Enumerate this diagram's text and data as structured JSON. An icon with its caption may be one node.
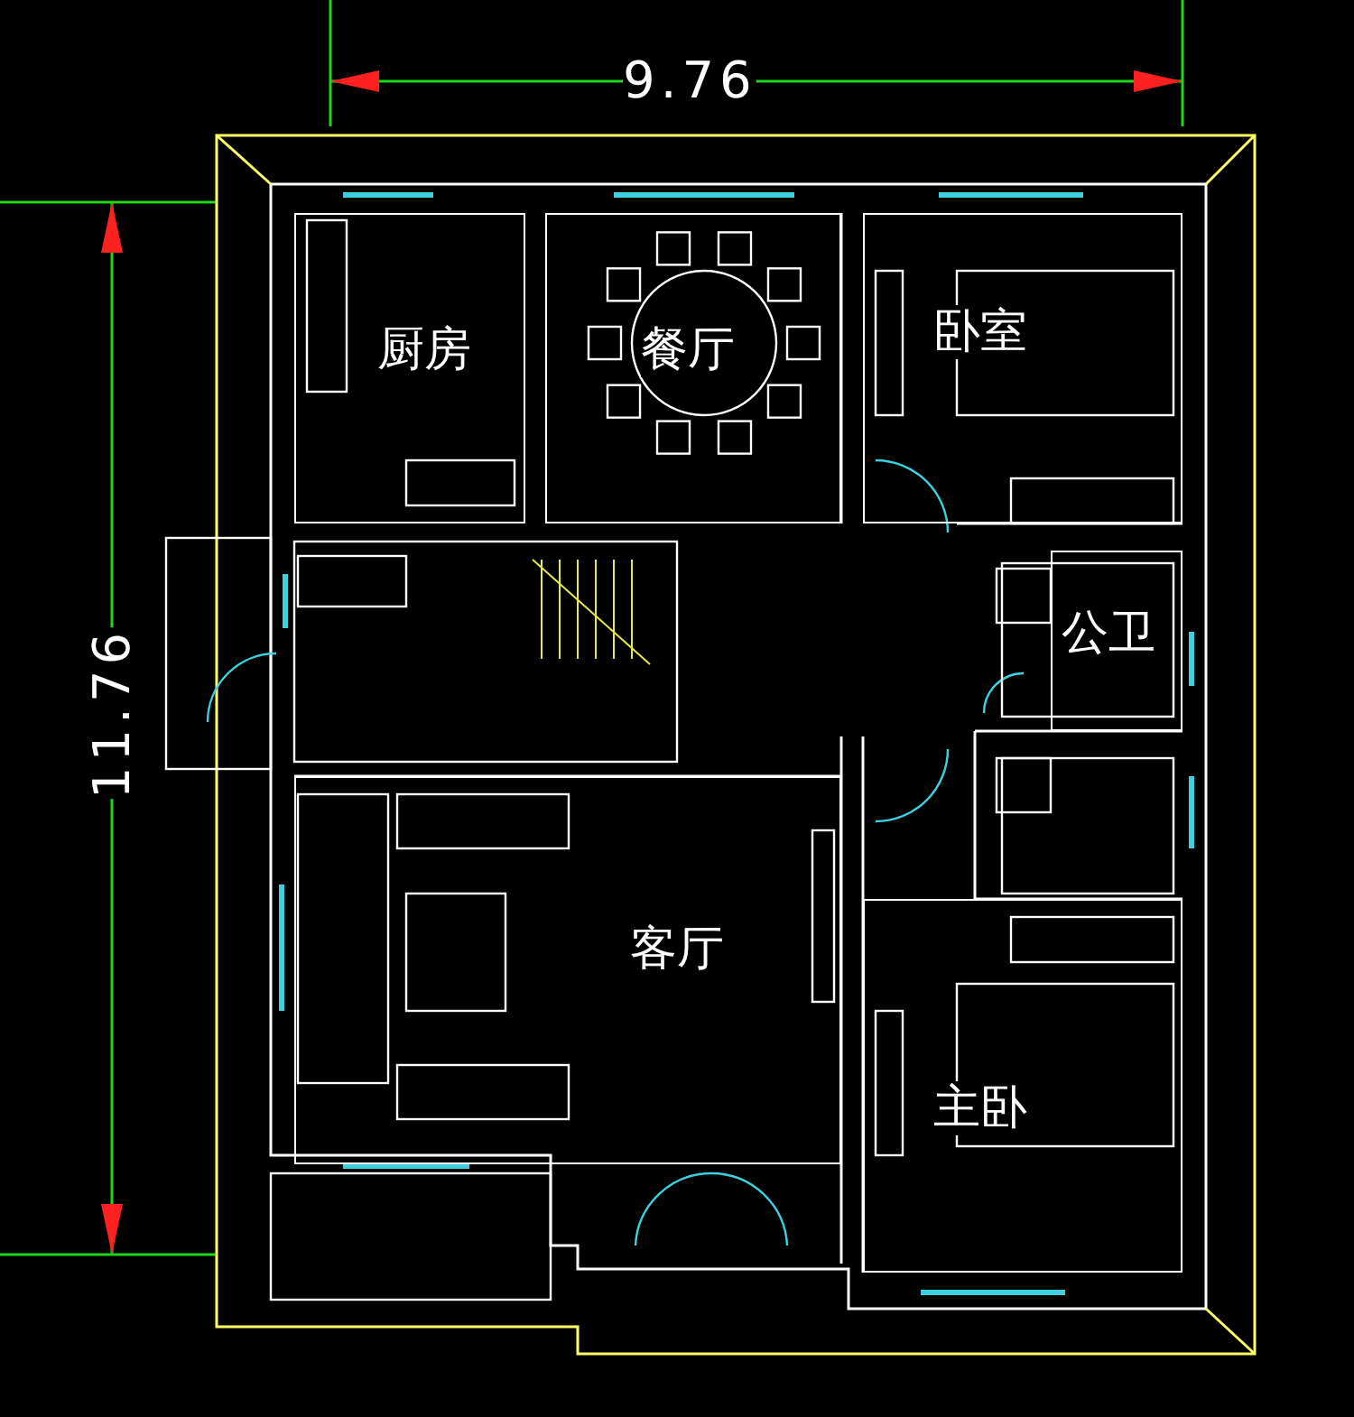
{
  "diagram": {
    "nodes": [
      {
        "text": [
          "厨房"
        ]
      },
      {
        "text": [
          "餐厅"
        ]
      },
      {
        "text": [
          "卧室"
        ]
      },
      {
        "text": [
          "公卫"
        ]
      },
      {
        "text": [
          "客厅"
        ]
      },
      {
        "text": [
          "主卧"
        ]
      }
    ],
    "labels": [
      "9.76",
      "11.76"
    ]
  }
}
